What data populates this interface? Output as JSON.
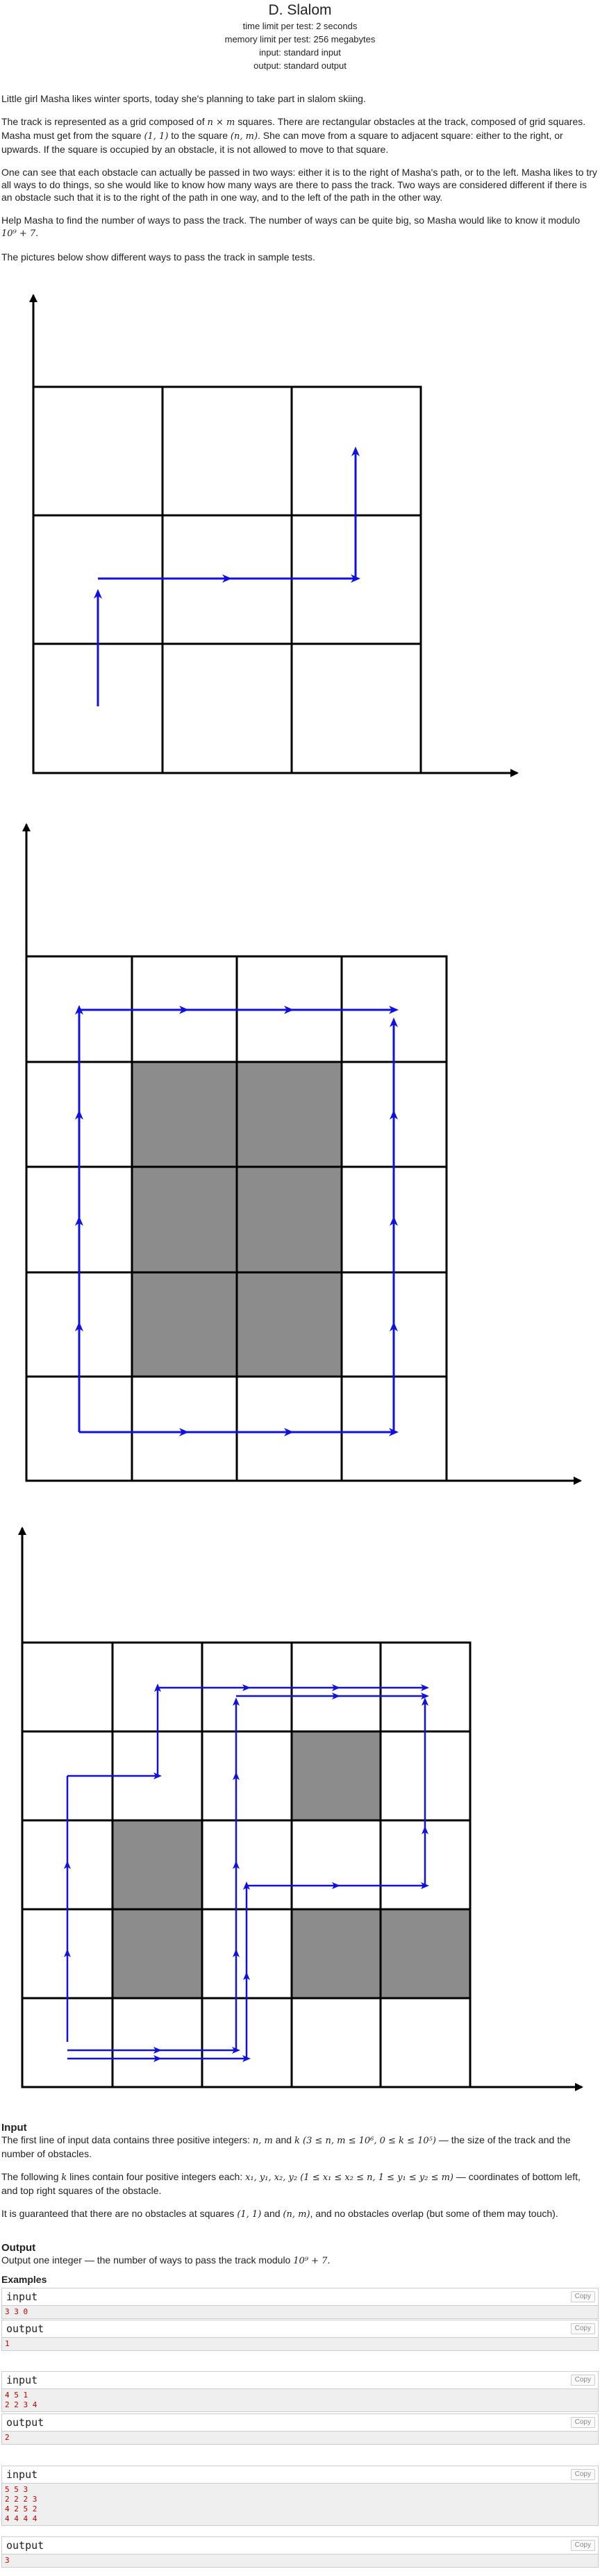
{
  "header": {
    "title": "D. Slalom",
    "time_limit": "time limit per test: 2 seconds",
    "memory_limit": "memory limit per test: 256 megabytes",
    "input": "input: standard input",
    "output": "output: standard output"
  },
  "statement": {
    "p1": "Little girl Masha likes winter sports, today she's planning to take part in slalom skiing.",
    "p2a": "The track is represented as a grid composed of ",
    "p2m1": "n × m",
    "p2b": " squares. There are rectangular obstacles at the track, composed of grid squares. Masha must get from the square ",
    "p2m2": "(1, 1)",
    "p2c": " to the square ",
    "p2m3": "(n, m)",
    "p2d": ". She can move from a square to adjacent square: either to the right, or upwards. If the square is occupied by an obstacle, it is not allowed to move to that square.",
    "p3": "One can see that each obstacle can actually be passed in two ways: either it is to the right of Masha's path, or to the left. Masha likes to try all ways to do things, so she would like to know how many ways are there to pass the track. Two ways are considered different if there is an obstacle such that it is to the right of the path in one way, and to the left of the path in the other way.",
    "p4a": "Help Masha to find the number of ways to pass the track. The number of ways can be quite big, so Masha would like to know it modulo ",
    "p4m": "10⁹ + 7.",
    "p5": "The pictures below show different ways to pass the track in sample tests."
  },
  "input_section": {
    "heading": "Input",
    "p1a": "The first line of input data contains three positive integers: ",
    "p1m1": "n, m",
    "p1b": " and ",
    "p1m2": "k (3 ≤ n, m ≤ 10⁶, 0 ≤ k ≤ 10⁵)",
    "p1c": " — the size of the track and the number of obstacles.",
    "p2a": "The following ",
    "p2m1": "k",
    "p2b": " lines contain four positive integers each: ",
    "p2m2": "x₁, y₁, x₂, y₂ (1 ≤ x₁ ≤ x₂ ≤ n, 1 ≤ y₁ ≤ y₂ ≤ m)",
    "p2c": " — coordinates of bottom left, and top right squares of the obstacle.",
    "p3a": "It is guaranteed that there are no obstacles at squares ",
    "p3m1": "(1, 1)",
    "p3b": " and ",
    "p3m2": "(n, m)",
    "p3c": ", and no obstacles overlap (but some of them may touch)."
  },
  "output_section": {
    "heading": "Output",
    "p1a": "Output one integer — the number of ways to pass the track modulo ",
    "p1m": "10⁹ + 7."
  },
  "examples": {
    "heading": "Examples",
    "input_label": "input",
    "output_label": "output",
    "copy_label": "Copy",
    "tests": [
      {
        "input": "3 3 0",
        "output": "1"
      },
      {
        "input": "4 5 1\n2 2 3 4",
        "output": "2"
      },
      {
        "input": "5 5 3\n2 2 2 3\n4 2 5 2\n4 4 4 4",
        "output": "3"
      }
    ]
  }
}
